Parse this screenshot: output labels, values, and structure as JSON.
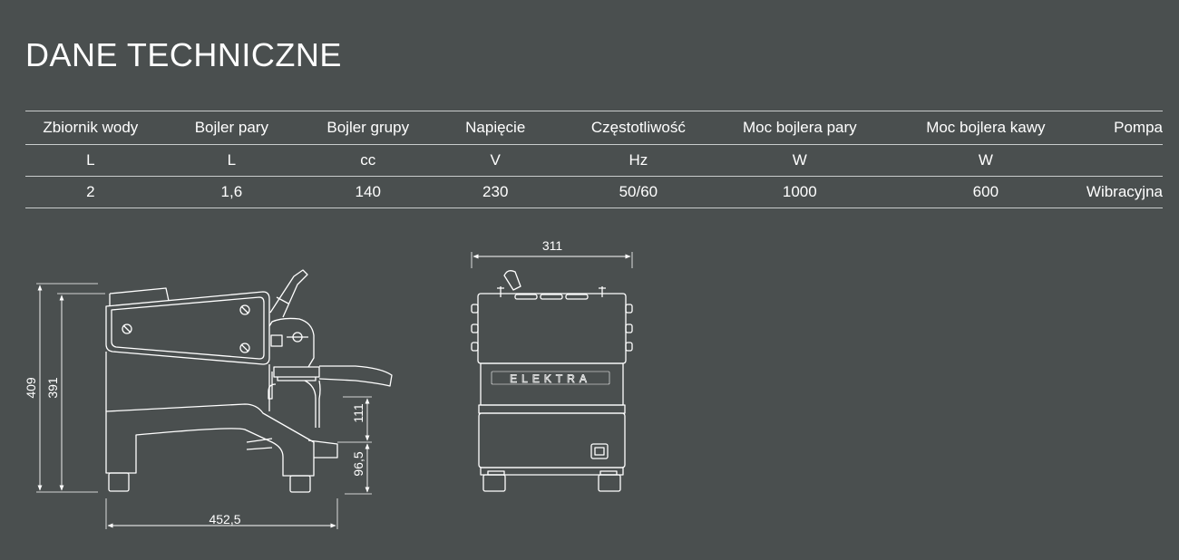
{
  "title": "DANE TECHNICZNE",
  "table": {
    "headers": [
      "Zbiornik wody",
      "Bojler pary",
      "Bojler grupy",
      "Napięcie",
      "Częstotliwość",
      "Moc bojlera pary",
      "Moc bojlera kawy",
      "Pompa"
    ],
    "units": [
      "L",
      "L",
      "cc",
      "V",
      "Hz",
      "W",
      "W",
      ""
    ],
    "values": [
      "2",
      "1,6",
      "140",
      "230",
      "50/60",
      "1000",
      "600",
      "Wibracyjna"
    ]
  },
  "dimensions": {
    "total_height": "409",
    "body_height": "391",
    "cup_clearance": "111",
    "tray_height": "96,5",
    "depth": "452,5",
    "width": "311"
  },
  "logo_text": "ELEKTRA",
  "colors": {
    "background": "#4a4f4f",
    "text": "#ffffff",
    "rule": "#c9cccc"
  }
}
